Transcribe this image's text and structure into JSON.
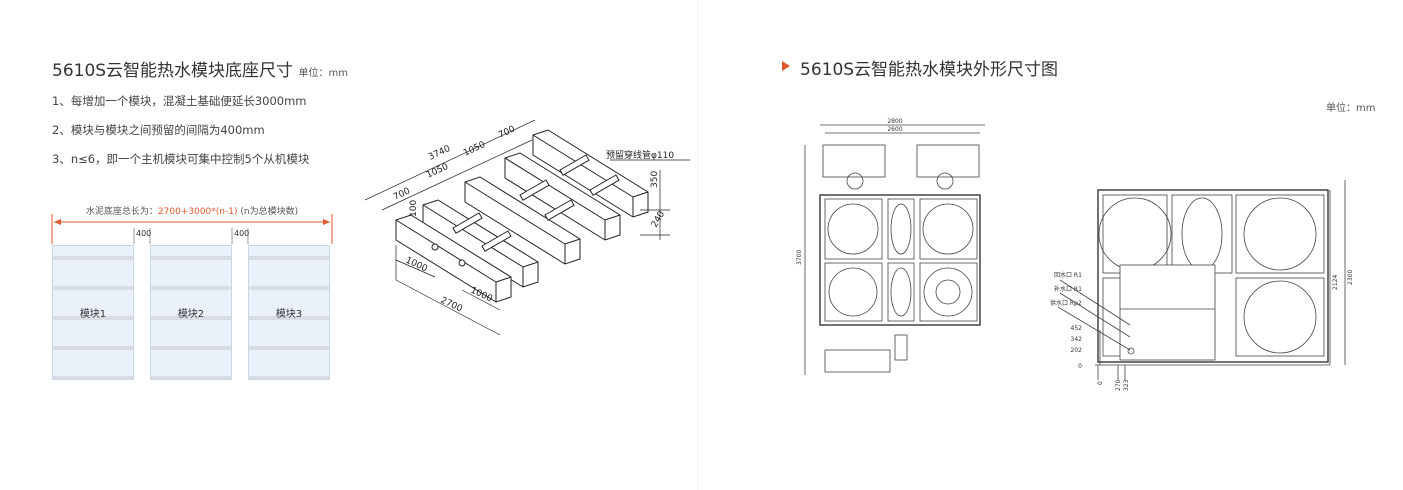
{
  "left": {
    "title": "5610S云智能热水模块底座尺寸",
    "unit": "单位：mm",
    "notes": [
      "1、每增加一个模块，混凝土基础便延长3000mm",
      "2、模块与模块之间预留的间隔为400mm",
      "3、n≤6，即一个主机模块可集中控制5个从机模块"
    ],
    "base_label_prefix": "水泥底座总长为：",
    "base_formula": "2700+3000*(n-1)",
    "base_label_suffix": "(n为总模块数)",
    "gap_labels": [
      "400",
      "400"
    ],
    "modules": [
      "模块1",
      "模块2",
      "模块3"
    ],
    "iso_dims": {
      "d3740": "3740",
      "d1050a": "1050",
      "d1050b": "1050",
      "d700a": "700",
      "d700b": "700",
      "d100": "100",
      "d1000a": "1000",
      "d1000b": "1000",
      "d2700": "2700",
      "d350": "350",
      "d240": "240",
      "pipe": "预留穿线管φ110"
    }
  },
  "right": {
    "title": "5610S云智能热水模块外形尺寸图",
    "unit": "单位：mm",
    "front": {
      "w2800": "2800",
      "w2600": "2600",
      "h3700": "3700"
    },
    "side": {
      "return": "回水口 R1",
      "makeup": "补水口 R1",
      "supply": "供水口 Rp2",
      "h452": "452",
      "h342": "342",
      "h202": "202",
      "h0": "0",
      "x0": "0",
      "x270": "270",
      "x323": "323",
      "h2124": "2124",
      "h2300": "2300"
    },
    "accent": "#e2562d"
  }
}
